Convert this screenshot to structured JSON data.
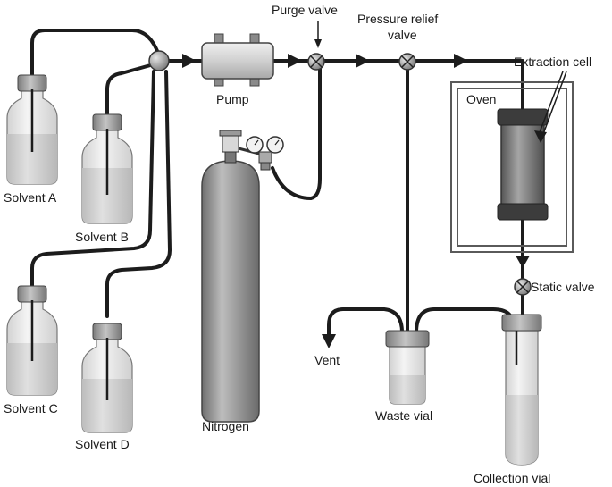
{
  "labels": {
    "solvent_a": "Solvent A",
    "solvent_b": "Solvent B",
    "solvent_c": "Solvent C",
    "solvent_d": "Solvent D",
    "pump": "Pump",
    "purge_valve": "Purge valve",
    "pressure_relief_line1": "Pressure relief",
    "pressure_relief_line2": "valve",
    "extraction_cell": "Extraction cell",
    "oven": "Oven",
    "nitrogen": "Nitrogen",
    "vent": "Vent",
    "waste_vial": "Waste vial",
    "static_valve": "Static valve",
    "collection_vial": "Collection vial"
  },
  "colors": {
    "tube": "#1c1c1c",
    "glass": "#e4e4e4",
    "liquid": "#c9c9c9",
    "cap": "#9a9a9a",
    "cylinder": "#8e8e8e",
    "oven_frame": "#5a5a5a"
  }
}
